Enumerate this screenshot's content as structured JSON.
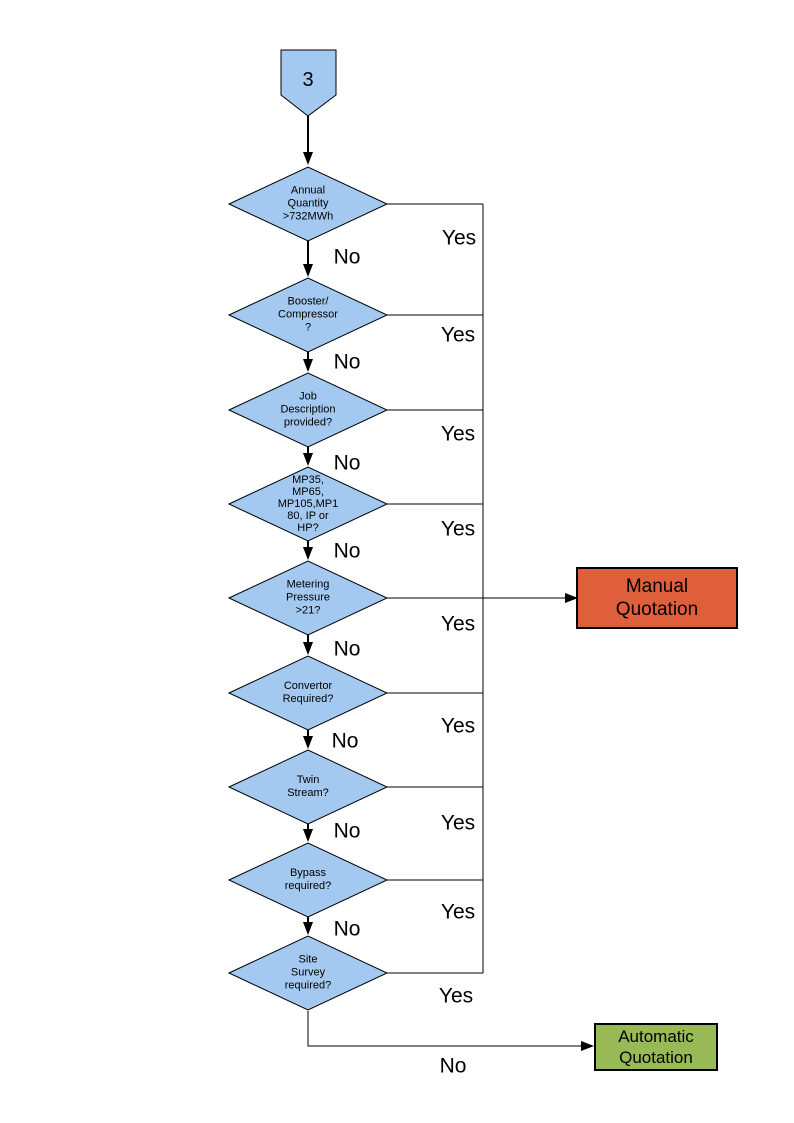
{
  "diagram": {
    "connector": {
      "label": "3"
    },
    "decisions": [
      {
        "label": "Annual\nQuantity\n>732MWh",
        "yes_label": "Yes",
        "no_label": "No"
      },
      {
        "label": "Booster/\nCompressor\n?",
        "yes_label": "Yes",
        "no_label": "No"
      },
      {
        "label": "Job\nDescription\nprovided?",
        "yes_label": "Yes",
        "no_label": "No"
      },
      {
        "label": "MP35,\nMP65,\nMP105,MP1\n80, IP or\nHP?",
        "yes_label": "Yes",
        "no_label": "No"
      },
      {
        "label": "Metering\nPressure\n>21?",
        "yes_label": "Yes",
        "no_label": "No"
      },
      {
        "label": "Convertor\nRequired?",
        "yes_label": "Yes",
        "no_label": "No"
      },
      {
        "label": "Twin\nStream?",
        "yes_label": "Yes",
        "no_label": "No"
      },
      {
        "label": "Bypass\nrequired?",
        "yes_label": "Yes",
        "no_label": "No"
      },
      {
        "label": "Site\nSurvey\nrequired?",
        "yes_label": "Yes",
        "no_label": "No"
      }
    ],
    "outcomes": {
      "manual": {
        "label": "Manual\nQuotation",
        "fill": "#DF5F3C"
      },
      "automatic": {
        "label": "Automatic\nQuotation",
        "fill": "#97BA57"
      }
    },
    "colors": {
      "shape_fill": "#A3C9F1",
      "shape_border": "#000000",
      "line": "#000000"
    }
  }
}
